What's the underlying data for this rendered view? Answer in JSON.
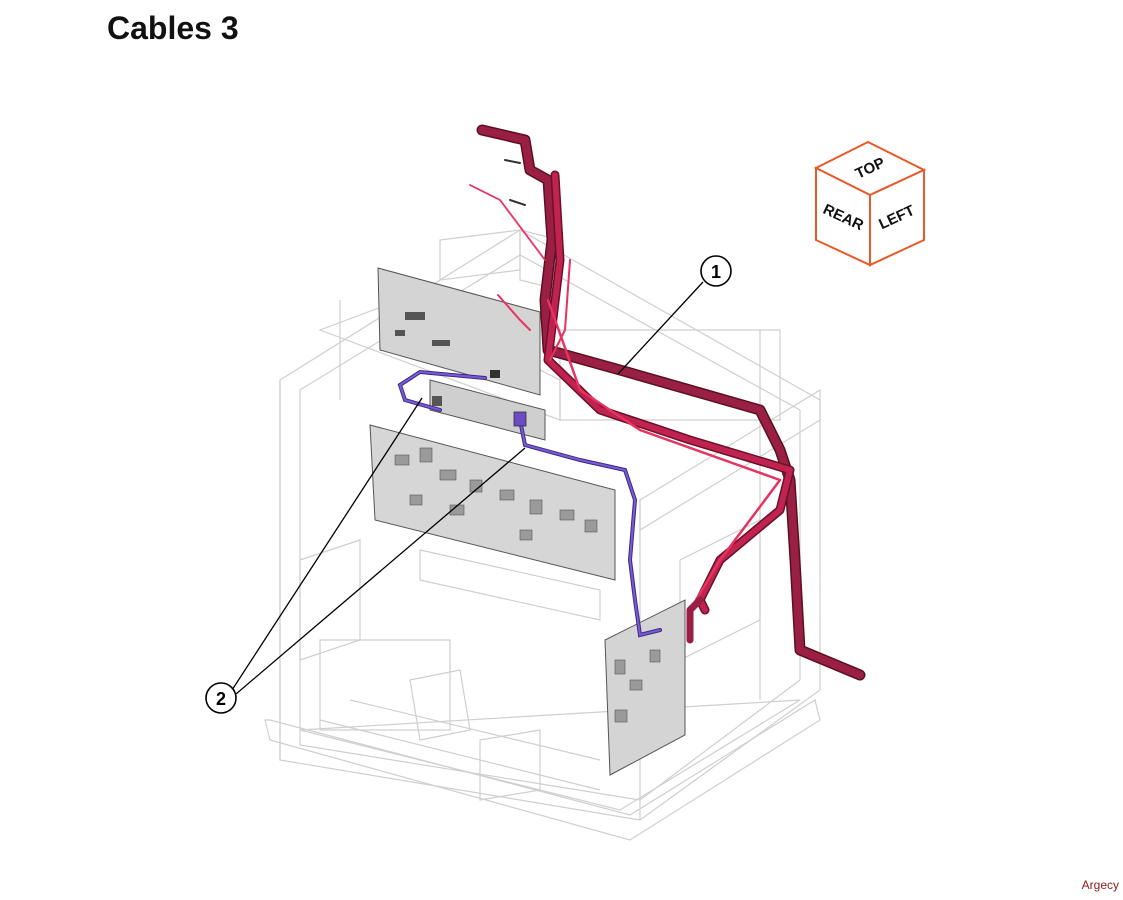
{
  "title": "Cables 3",
  "callouts": [
    {
      "number": "1",
      "part": "cable-harness-red"
    },
    {
      "number": "2",
      "part": "cable-harness-purple"
    }
  ],
  "orientation_cube": {
    "top": "TOP",
    "rear": "REAR",
    "left": "LEFT"
  },
  "watermark": "Argecy",
  "colors": {
    "cable_dark": "#8e1b3a",
    "cable_red": "#e8325f",
    "cable_purple": "#6b4cc4",
    "frame_line": "#c8c8c8",
    "board_fill": "#d9d9d9",
    "cube_border": "#e85a2a"
  }
}
